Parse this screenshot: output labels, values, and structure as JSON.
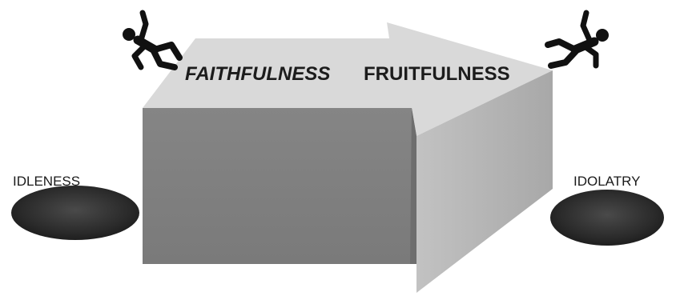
{
  "diagram": {
    "path_words": {
      "first": "FAITHFULNESS",
      "second": "FRUITFULNESS"
    },
    "pits": {
      "left": {
        "label": "IDLENESS"
      },
      "right": {
        "label": "IDOLATRY"
      }
    },
    "figures": {
      "left_icon": "falling-person-icon",
      "right_icon": "falling-person-icon"
    },
    "colors": {
      "top_face": "#d9d9d9",
      "front_face": "#7f7f7f",
      "side_face": "#b3b3b3",
      "pit": "#2a2a2a",
      "figure": "#111111"
    }
  }
}
